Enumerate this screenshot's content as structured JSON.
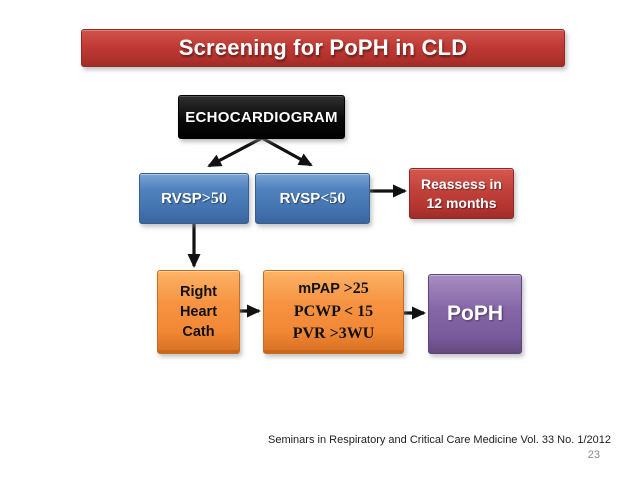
{
  "title": "Screening for PoPH in CLD",
  "flowchart": {
    "echocardiogram": {
      "label": "ECHOCARDIOGRAM"
    },
    "rvsp_high": {
      "prefix": "RVSP",
      "value": ">50"
    },
    "rvsp_low": {
      "prefix": "RVSP",
      "value": "<50"
    },
    "reassess": {
      "line1": "Reassess in",
      "line2": "12 months"
    },
    "right_heart_cath": {
      "line1": "Right",
      "line2": "Heart",
      "line3": "Cath"
    },
    "criteria": {
      "line1_prefix": "mPAP ",
      "line1_value": ">25",
      "line2": "PCWP < 15",
      "line3": "PVR >3WU"
    },
    "poph": {
      "label": "PoPH"
    }
  },
  "footer": {
    "citation": "Seminars in Respiratory and Critical Care Medicine Vol. 33 No. 1/2012",
    "page_number": "23"
  },
  "colors": {
    "banner_red": "#c03a34",
    "box_red": "#c2423b",
    "box_blue": "#4f81bd",
    "box_orange": "#f79443",
    "box_purple": "#8668a9",
    "box_black": "#0a0a0a",
    "arrow_black": "#111111"
  }
}
